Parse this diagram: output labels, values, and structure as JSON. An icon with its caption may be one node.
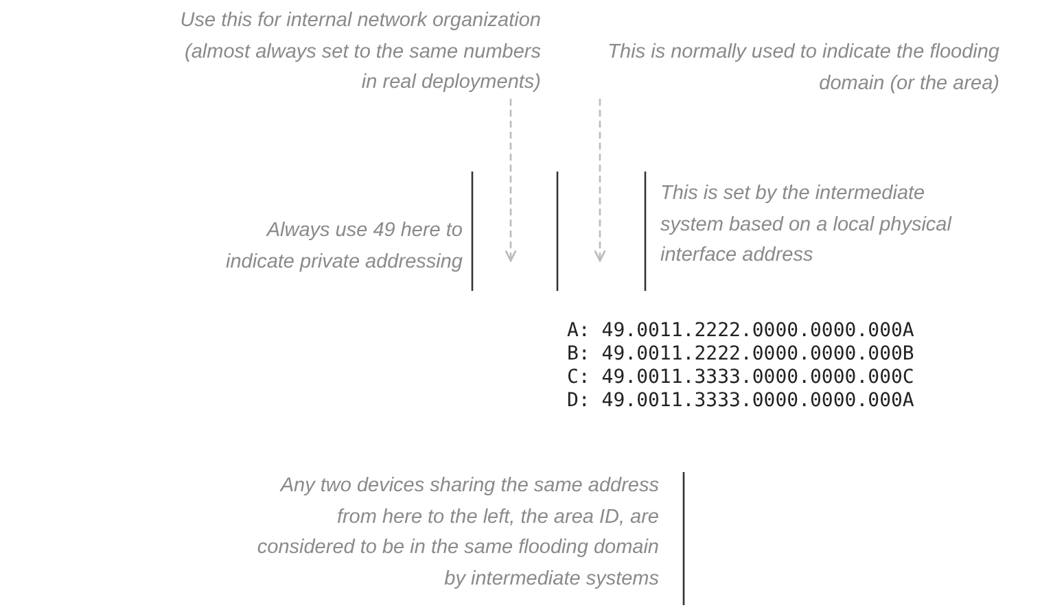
{
  "diagram": {
    "nodes": [
      {
        "text": [
          "Use this for internal network organization (almost always set to the same numbers in real deployments)"
        ]
      },
      {
        "text": [
          "This is normally used to indicate the flooding domain (or the area)"
        ]
      }
    ],
    "edges": [
      {
        "from": 0,
        "to": null,
        "arrow": "to",
        "style": "dashed"
      },
      {
        "from": 1,
        "to": null,
        "arrow": "to",
        "style": "dashed"
      }
    ],
    "labels": [
      "This is set by the intermediate system based on a local physical interface address",
      "Always use 49 here to indicate private addressing",
      "A: 49.0011.2222.0000.0000.000A",
      "B: 49.0011.2222.0000.0000.000B",
      "C: 49.0011.3333.0000.0000.000C",
      "D: 49.0011.3333.0000.0000.000A",
      "Any two devices sharing the same address from here to the left, the area ID, are considered to be in the same flooding domain by intermediate systems"
    ]
  }
}
